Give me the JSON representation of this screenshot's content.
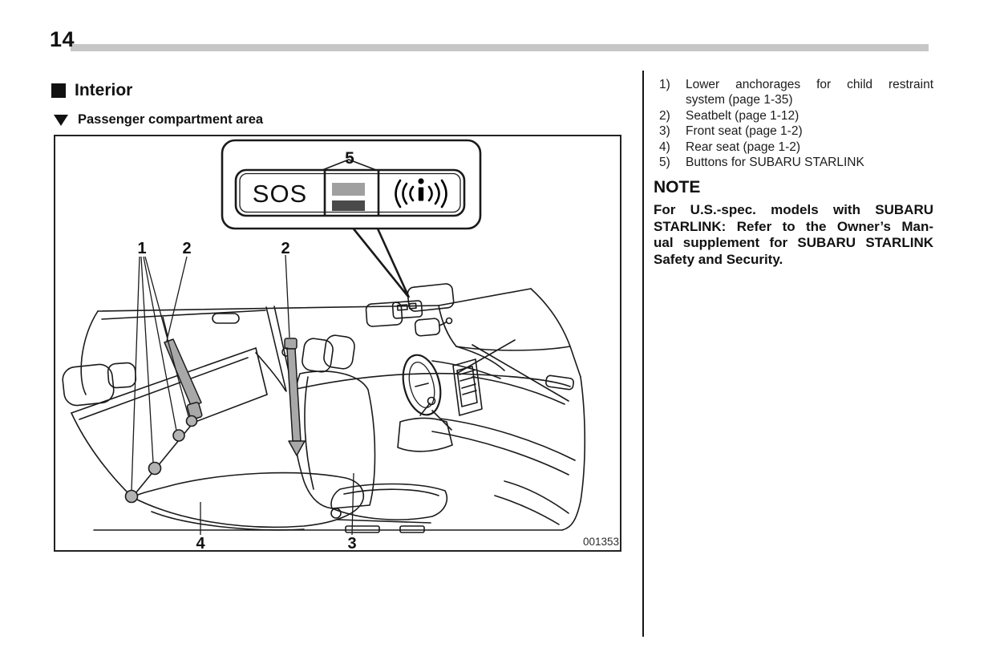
{
  "page_number": "14",
  "section": {
    "title": "Interior"
  },
  "subsection": {
    "title": "Passenger compartment area"
  },
  "figure": {
    "code": "001353",
    "callout_label": "5",
    "sos_label": "SOS",
    "labels": {
      "l1": "1",
      "l2a": "2",
      "l2b": "2",
      "l3": "3",
      "l4": "4"
    }
  },
  "legend": {
    "items": [
      {
        "num": "1)",
        "line1": "Lower anchorages for child restraint",
        "line2": "system (page 1-35)"
      },
      {
        "num": "2)",
        "line1": "Seatbelt (page 1-12)"
      },
      {
        "num": "3)",
        "line1": "Front seat (page 1-2)"
      },
      {
        "num": "4)",
        "line1": "Rear seat (page 1-2)"
      },
      {
        "num": "5)",
        "line1": "Buttons for SUBARU STARLINK"
      }
    ]
  },
  "note": {
    "heading": "NOTE",
    "line1": "For U.S.-spec. models with SUBARU",
    "line2": "STARLINK: Refer to the Owner’s Man-",
    "line3": "ual supplement for SUBARU STARLINK",
    "line4": "Safety and Security."
  },
  "colors": {
    "header_bar": "#c7c7c7",
    "btn_light": "#a0a0a0",
    "btn_dark": "#4a4a4a",
    "belt": "#a8a8a8",
    "anchor": "#b3b3b3",
    "line": "#1a1a1a"
  }
}
